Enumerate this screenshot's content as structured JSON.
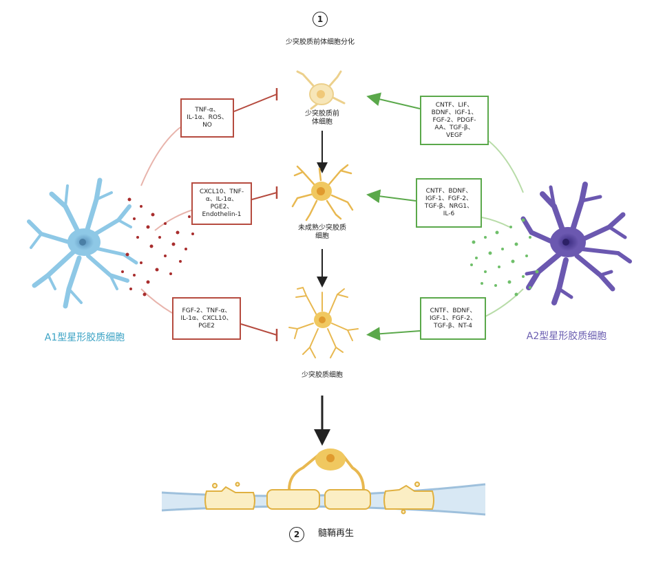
{
  "steps": {
    "top": {
      "number": "1",
      "label": "少突胶质前体细胞分化"
    },
    "bottom": {
      "number": "2",
      "label": "髓鞘再生"
    }
  },
  "cells": {
    "opc": "少突胶质前\n体细胞",
    "immature": "未成熟少突胶质\n细胞",
    "mature": "少突胶质细胞"
  },
  "astrocytes": {
    "a1": "A1型星形胶质细胞",
    "a2": "A2型星形胶质细胞"
  },
  "inhibitory_factors": [
    "TNF-α、\nIL-1α、ROS、\nNO",
    "CXCL10、TNF-\nα、IL-1α、\nPGE2、\nEndothelin-1",
    "FGF-2、TNF-α、\nIL-1α、CXCL10、\nPGE2"
  ],
  "promoting_factors": [
    "CNTF、LIF、\nBDNF、IGF-1、\nFGF-2、PDGF-\nAA、TGF-β、\nVEGF",
    "CNTF、BDNF、\nIGF-1、FGF-2、\nTGF-β、NRG1、\nIL-6",
    "CNTF、BDNF、\nIGF-1、FGF-2、\nTGF-β、NT-4"
  ],
  "colors": {
    "inhibit": "#b54a3e",
    "promote": "#5aa84a",
    "a1_cell": "#8ec8e6",
    "a2_cell": "#6b58b0",
    "oligo": "#e8c070",
    "axon": "#c9dff0"
  }
}
